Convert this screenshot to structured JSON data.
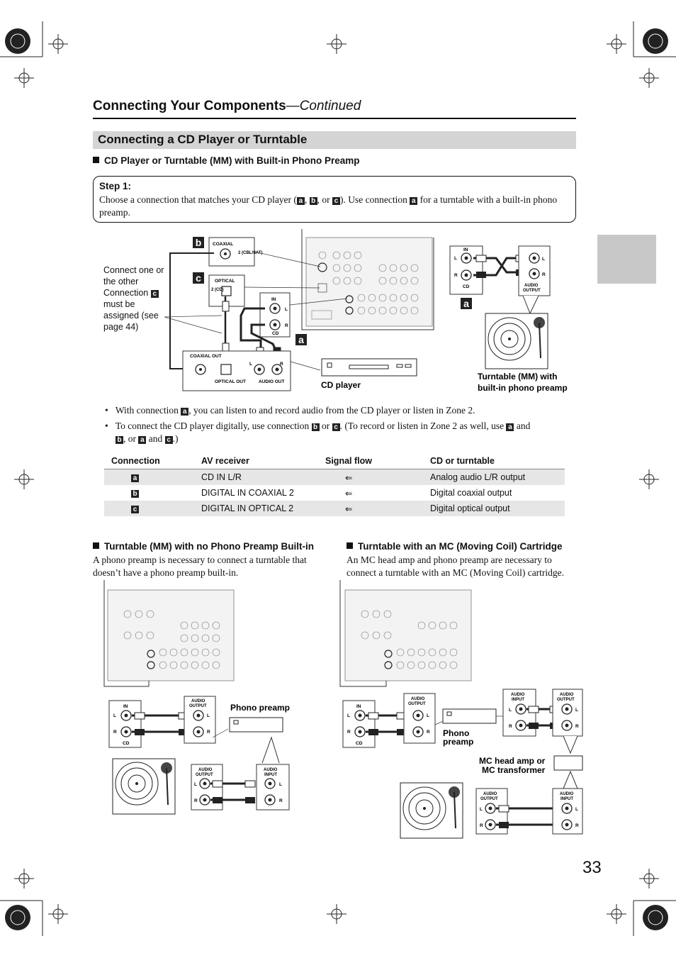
{
  "header": {
    "title": "Connecting Your Components",
    "continued": "—Continued"
  },
  "section_title": "Connecting a CD Player or Turntable",
  "sub1": "CD Player or Turntable (MM) with Built-in Phono Preamp",
  "step": {
    "label": "Step 1:",
    "t1": "Choose a connection that matches your CD player (",
    "t2": ", ",
    "t3": ", or ",
    "t4": "). Use connection ",
    "t5": " for a turntable with a built-in phono preamp."
  },
  "tags": {
    "a": "a",
    "b": "b",
    "c": "c"
  },
  "diagram1": {
    "note": "Connect one or the other Connection",
    "note2": "must be assigned (see page 44)",
    "coaxial": "COAXIAL",
    "coax_in": "2 (CBL/SAT)",
    "optical": "OPTICAL",
    "opt_in": "2 (CD)",
    "in": "IN",
    "cd": "CD",
    "l": "L",
    "r": "R",
    "coaxial_out": "COAXIAL OUT",
    "optical_out": "OPTICAL OUT",
    "audio_out": "AUDIO OUT",
    "audio_output": "AUDIO OUTPUT",
    "cd_player": "CD player",
    "turntable": "Turntable (MM) with built-in phono preamp"
  },
  "bullets": {
    "b1a": "With connection ",
    "b1b": ", you can listen to and record audio from the CD player or listen in Zone 2.",
    "b2a": "To connect the CD player digitally, use connection ",
    "b2b": " or ",
    "b2c": ". (To record or listen in Zone 2 as well, use ",
    "b2d": " and ",
    "b2e": ", or ",
    "b2f": " and ",
    "b2g": ".)"
  },
  "table": {
    "headers": [
      "Connection",
      "AV receiver",
      "Signal flow",
      "CD or turntable"
    ],
    "rows": [
      {
        "tag": "a",
        "av": "CD IN L/R",
        "flow": "⇐",
        "dev": "Analog audio L/R output"
      },
      {
        "tag": "b",
        "av": "DIGITAL IN COAXIAL 2",
        "flow": "⇐",
        "dev": "Digital coaxial output"
      },
      {
        "tag": "c",
        "av": "DIGITAL IN OPTICAL 2",
        "flow": "⇐",
        "dev": "Digital optical output"
      }
    ]
  },
  "sub2": {
    "title": "Turntable (MM) with no Phono Preamp Built-in",
    "body": "A phono preamp is necessary to connect a turntable that doesn’t have a phono preamp built-in.",
    "phono_preamp": "Phono preamp",
    "audio_input": "AUDIO INPUT"
  },
  "sub3": {
    "title": "Turntable with an MC (Moving Coil) Cartridge",
    "body": "An MC head amp and phono preamp are necessary to connect a turntable with an MC (Moving Coil) cartridge.",
    "phono_preamp": "Phono preamp",
    "mc_head": "MC head amp or MC transformer"
  },
  "page_number": "33"
}
